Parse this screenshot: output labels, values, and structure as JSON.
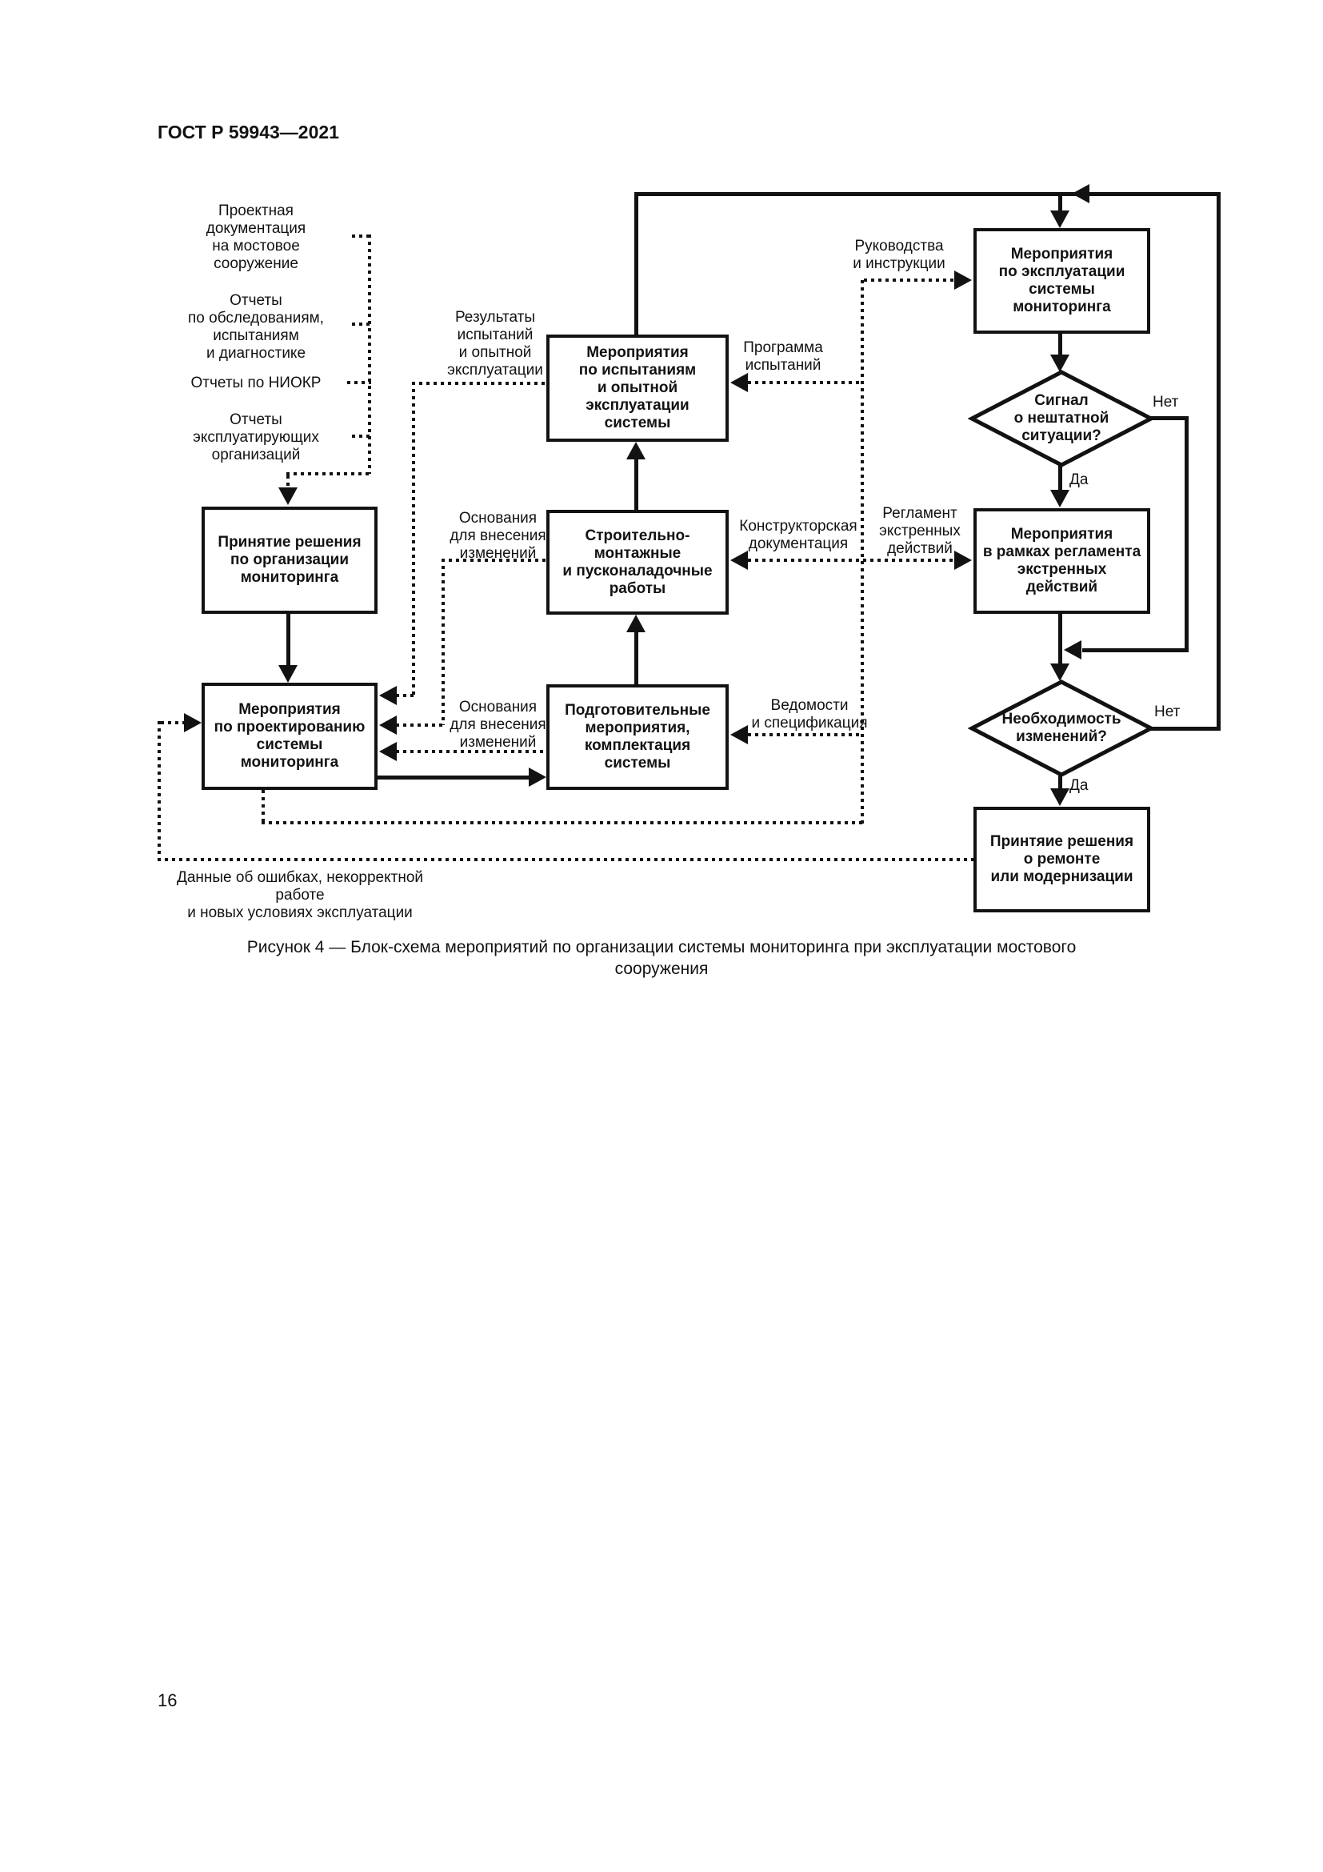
{
  "page": {
    "header": "ГОСТ Р 59943—2021",
    "page_number": "16",
    "caption": "Рисунок 4 — Блок-схема мероприятий по организации системы мониторинга при эксплуатации мостового\nсооружения"
  },
  "sources": {
    "project_docs": "Проектная\nдокументация\nна мостовое\nсооружение",
    "survey_reports": "Отчеты\nпо обследованиям,\nиспытаниям\nи диагностике",
    "niokr_reports": "Отчеты по НИОКР",
    "operator_reports": "Отчеты\nэксплуатирующих\nорганизаций"
  },
  "boxes": {
    "decision_org": "Принятие решения\nпо организации\nмониторинга",
    "design": "Мероприятия\nпо проектированию\nсистемы\nмониторинга",
    "testing": "Мероприятия\nпо испытаниям\nи опытной\nэксплуатации\nсистемы",
    "construction": "Строительно-\nмонтажные\nи пусконаладочные\nработы",
    "preparation": "Подготовительные\nмероприятия,\nкомплектация\nсистемы",
    "operation": "Мероприятия\nпо эксплуатации\nсистемы\nмониторинга",
    "emergency": "Мероприятия\nв рамках регламента\nэкстренных\nдействий",
    "repair": "Принтяие решения\nо ремонте\nили модернизации"
  },
  "decisions": {
    "signal": "Сигнал\nо нештатной\nситуации?",
    "need_changes": "Необходимость\nизменений?"
  },
  "flow_labels": {
    "test_results": "Результаты\nиспытаний\nи опытной\nэксплуатации",
    "change_basis_1": "Основания\nдля внесения\nизменений",
    "change_basis_2": "Основания\nдля внесения\nизменений",
    "manuals": "Руководства\nи инструкции",
    "test_program": "Программа\nиспытаний",
    "design_documentation": "Конструкторская\nдокументация",
    "emergency_regulation": "Регламент\nэкстренных\nдействий",
    "sheets_specification": "Ведомости\nи спецификация",
    "error_data": "Данные об ошибках, некорректной работе\nи новых условиях эксплуатации",
    "yes_1": "Да",
    "no_1": "Нет",
    "yes_2": "Да",
    "no_2": "Нет"
  }
}
